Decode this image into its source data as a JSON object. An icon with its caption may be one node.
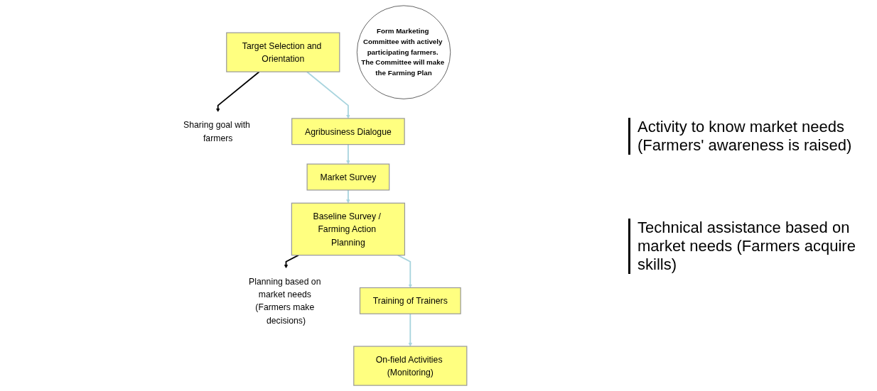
{
  "diagram": {
    "nodes": [
      {
        "text": [
          "Target Selection and Orientation"
        ]
      },
      {
        "text": [
          "Sharing goal with farmers"
        ]
      },
      {
        "text": [
          "Agribusiness Dialogue"
        ]
      },
      {
        "text": [
          "Market Survey"
        ]
      },
      {
        "text": [
          "Form Marketing Committee with actively participating farmers. The Committee will make the Farming Plan"
        ]
      },
      {
        "text": [
          "Baseline Survey / Farming Action Planning"
        ]
      },
      {
        "text": [
          "Planning based on market needs (Farmers make decisions)"
        ]
      },
      {
        "text": [
          "Training of Trainers"
        ]
      },
      {
        "text": [
          "On-field Activities (Monitoring)"
        ]
      }
    ],
    "edges": [
      {
        "from": 0,
        "to": 1,
        "arrow": "to",
        "color": "#000000"
      },
      {
        "from": 0,
        "to": 2,
        "arrow": "to",
        "color": "#a8d4de"
      },
      {
        "from": 2,
        "to": 3,
        "arrow": "to",
        "color": "#a8d4de"
      },
      {
        "from": 3,
        "to": 5,
        "arrow": "to",
        "color": "#a8d4de"
      },
      {
        "from": 5,
        "to": 6,
        "arrow": "to",
        "color": "#000000"
      },
      {
        "from": 5,
        "to": 7,
        "arrow": "to",
        "color": "#a8d4de"
      },
      {
        "from": 7,
        "to": 8,
        "arrow": "to",
        "color": "#a8d4de"
      }
    ],
    "labels": [
      "Activity to know market needs (Farmers' awareness is raised)",
      "Technical assistance based on market needs (Farmers acquire skills)"
    ]
  }
}
